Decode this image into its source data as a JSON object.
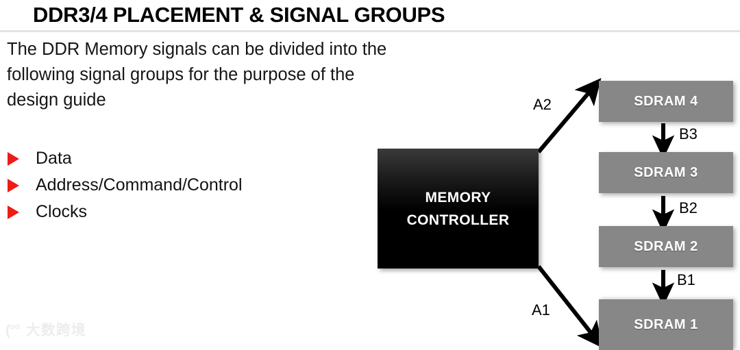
{
  "slide": {
    "title": "DDR3/4 PLACEMENT & SIGNAL GROUPS",
    "body_lines": [
      "The DDR Memory signals can be divided into the",
      "following signal groups for the purpose of the",
      "design guide"
    ],
    "bullets": [
      {
        "label": "Data",
        "marker": "red-triangle"
      },
      {
        "label": "Address/Command/Control",
        "marker": "red-triangle"
      },
      {
        "label": "Clocks",
        "marker": "red-triangle"
      }
    ]
  },
  "diagram": {
    "controller": {
      "line1": "MEMORY",
      "line2": "CONTROLLER"
    },
    "memories": [
      {
        "id": "sdram4",
        "label": "SDRAM 4"
      },
      {
        "id": "sdram3",
        "label": "SDRAM 3"
      },
      {
        "id": "sdram2",
        "label": "SDRAM 2"
      },
      {
        "id": "sdram1",
        "label": "SDRAM 1"
      }
    ],
    "edge_labels": {
      "a2": "A2",
      "a1": "A1",
      "b3": "B3",
      "b2": "B2",
      "b1": "B1"
    }
  },
  "watermark": {
    "mark": "(°°",
    "text": "大数跨境"
  },
  "colors": {
    "bullet_red": "#ee1b16",
    "sdram_gray": "#878787",
    "controller_black": "#000000",
    "rule_gray": "#e3e3e3",
    "watermark_gray": "#ededee"
  }
}
